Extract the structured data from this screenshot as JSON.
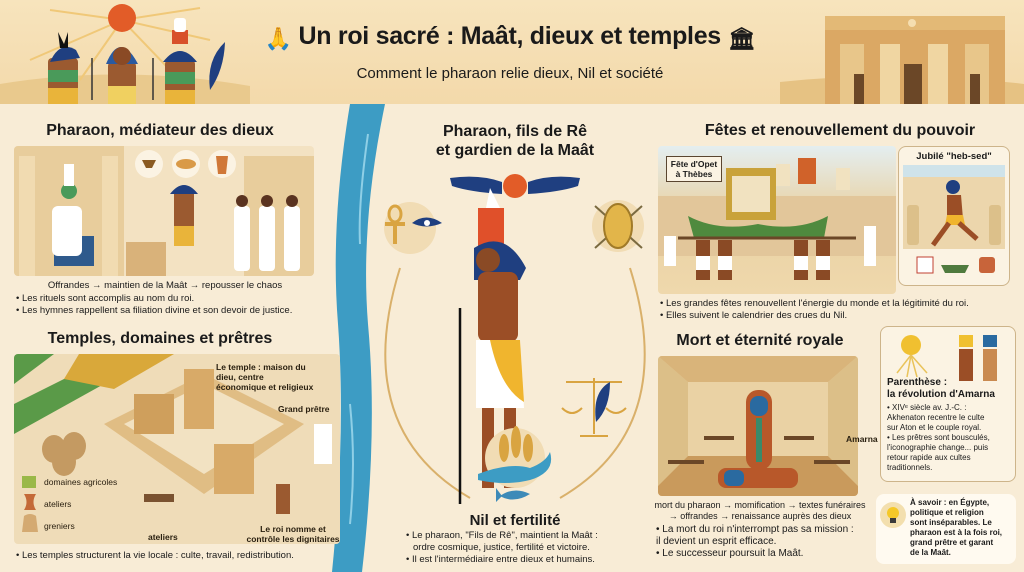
{
  "header": {
    "title": "Un roi sacré : Maât, dieux et temples",
    "title_icon_left": "praying-hands-icon",
    "title_icon_right": "temple-icon",
    "subtitle": "Comment le pharaon relie dieux, Nil et société"
  },
  "sections": {
    "mediator": {
      "title": "Pharaon, médiateur des dieux",
      "caption": "Offrandes → maintien de la Maât → repousser le chaos",
      "bullets": [
        "• Les rituels sont accomplis au nom du roi.",
        "• Les hymnes rappellent sa filiation divine et son devoir de justice."
      ],
      "offering_icons": [
        "incense-burner-icon",
        "bread-icon",
        "amphora-icon"
      ]
    },
    "temples": {
      "title": "Temples, domaines et prêtres",
      "labels": {
        "temple": "Le temple : maison du dieu, centre économique et religieux",
        "high_priest": "Grand prêtre",
        "king": "Le roi nomme et contrôle les dignitaires",
        "workshops": "ateliers"
      },
      "legend": [
        {
          "icon": "fields-icon",
          "label": "domaines agricoles"
        },
        {
          "icon": "jar-icon",
          "label": "ateliers"
        },
        {
          "icon": "granary-icon",
          "label": "greniers"
        }
      ],
      "bullets": [
        "• Les temples structurent la vie locale : culte, travail, redistribution."
      ]
    },
    "center": {
      "title_line1": "Pharaon, fils de Rê",
      "title_line2": "et gardien de la Maât",
      "icons": [
        "winged-sun-icon",
        "ankh-icon",
        "eye-of-horus-icon",
        "shield-spears-icon",
        "scales-feather-icon",
        "wheat-wave-fish-icon"
      ],
      "nile_title": "Nil et fertilité",
      "bullets": [
        "• Le pharaon, \"Fils de Rê\", maintient la Maât :",
        "ordre cosmique, justice, fertilité et victoire.",
        "• Il est l'intermédiaire entre dieux et humains."
      ]
    },
    "festivals": {
      "title": "Fêtes et renouvellement du pouvoir",
      "sign": "Fête d'Opet à Thèbes",
      "jubilee_title": "Jubilé \"heb-sed\"",
      "jubilee_icons": [
        "calendar-icon",
        "boat-icon",
        "drum-icon"
      ],
      "bullets": [
        "• Les grandes fêtes renouvellent l'énergie du monde et la légitimité du roi.",
        "• Elles suivent le calendrier des crues du Nil."
      ]
    },
    "death": {
      "title": "Mort et éternité royale",
      "caption_line1": "mort du pharaon → momification → textes funéraires",
      "caption_line2": "→ offrandes → renaissance auprès des dieux",
      "bullets": [
        "• La mort du roi n'interrompt pas sa mission :",
        "il devient un esprit efficace.",
        "• Le successeur poursuit la Maât."
      ]
    },
    "amarna": {
      "map_label": "Amarna",
      "title_line1": "Parenthèse :",
      "title_line2": "la révolution d'Amarna",
      "text": [
        "• XIVᵉ siècle av. J.-C. :",
        "Akhenaton recentre le culte",
        "sur Aton et le couple royal.",
        "• Les prêtres sont bousculés,",
        "l'iconographie change... puis",
        "retour rapide aux cultes",
        "traditionnels."
      ]
    },
    "tip": {
      "icon": "lightbulb-icon",
      "text": [
        "À savoir : en Égypte,",
        "politique et religion",
        "sont inséparables. Le",
        "pharaon est à la fois roi,",
        "grand prêtre et garant",
        "de la Maât."
      ]
    }
  },
  "colors": {
    "background": "#f8ecd6",
    "header": "#f3d9aa",
    "nile": "#3d9cc4",
    "gold": "#d9a441",
    "sun": "#e25c28",
    "blue": "#1d4a8a"
  }
}
